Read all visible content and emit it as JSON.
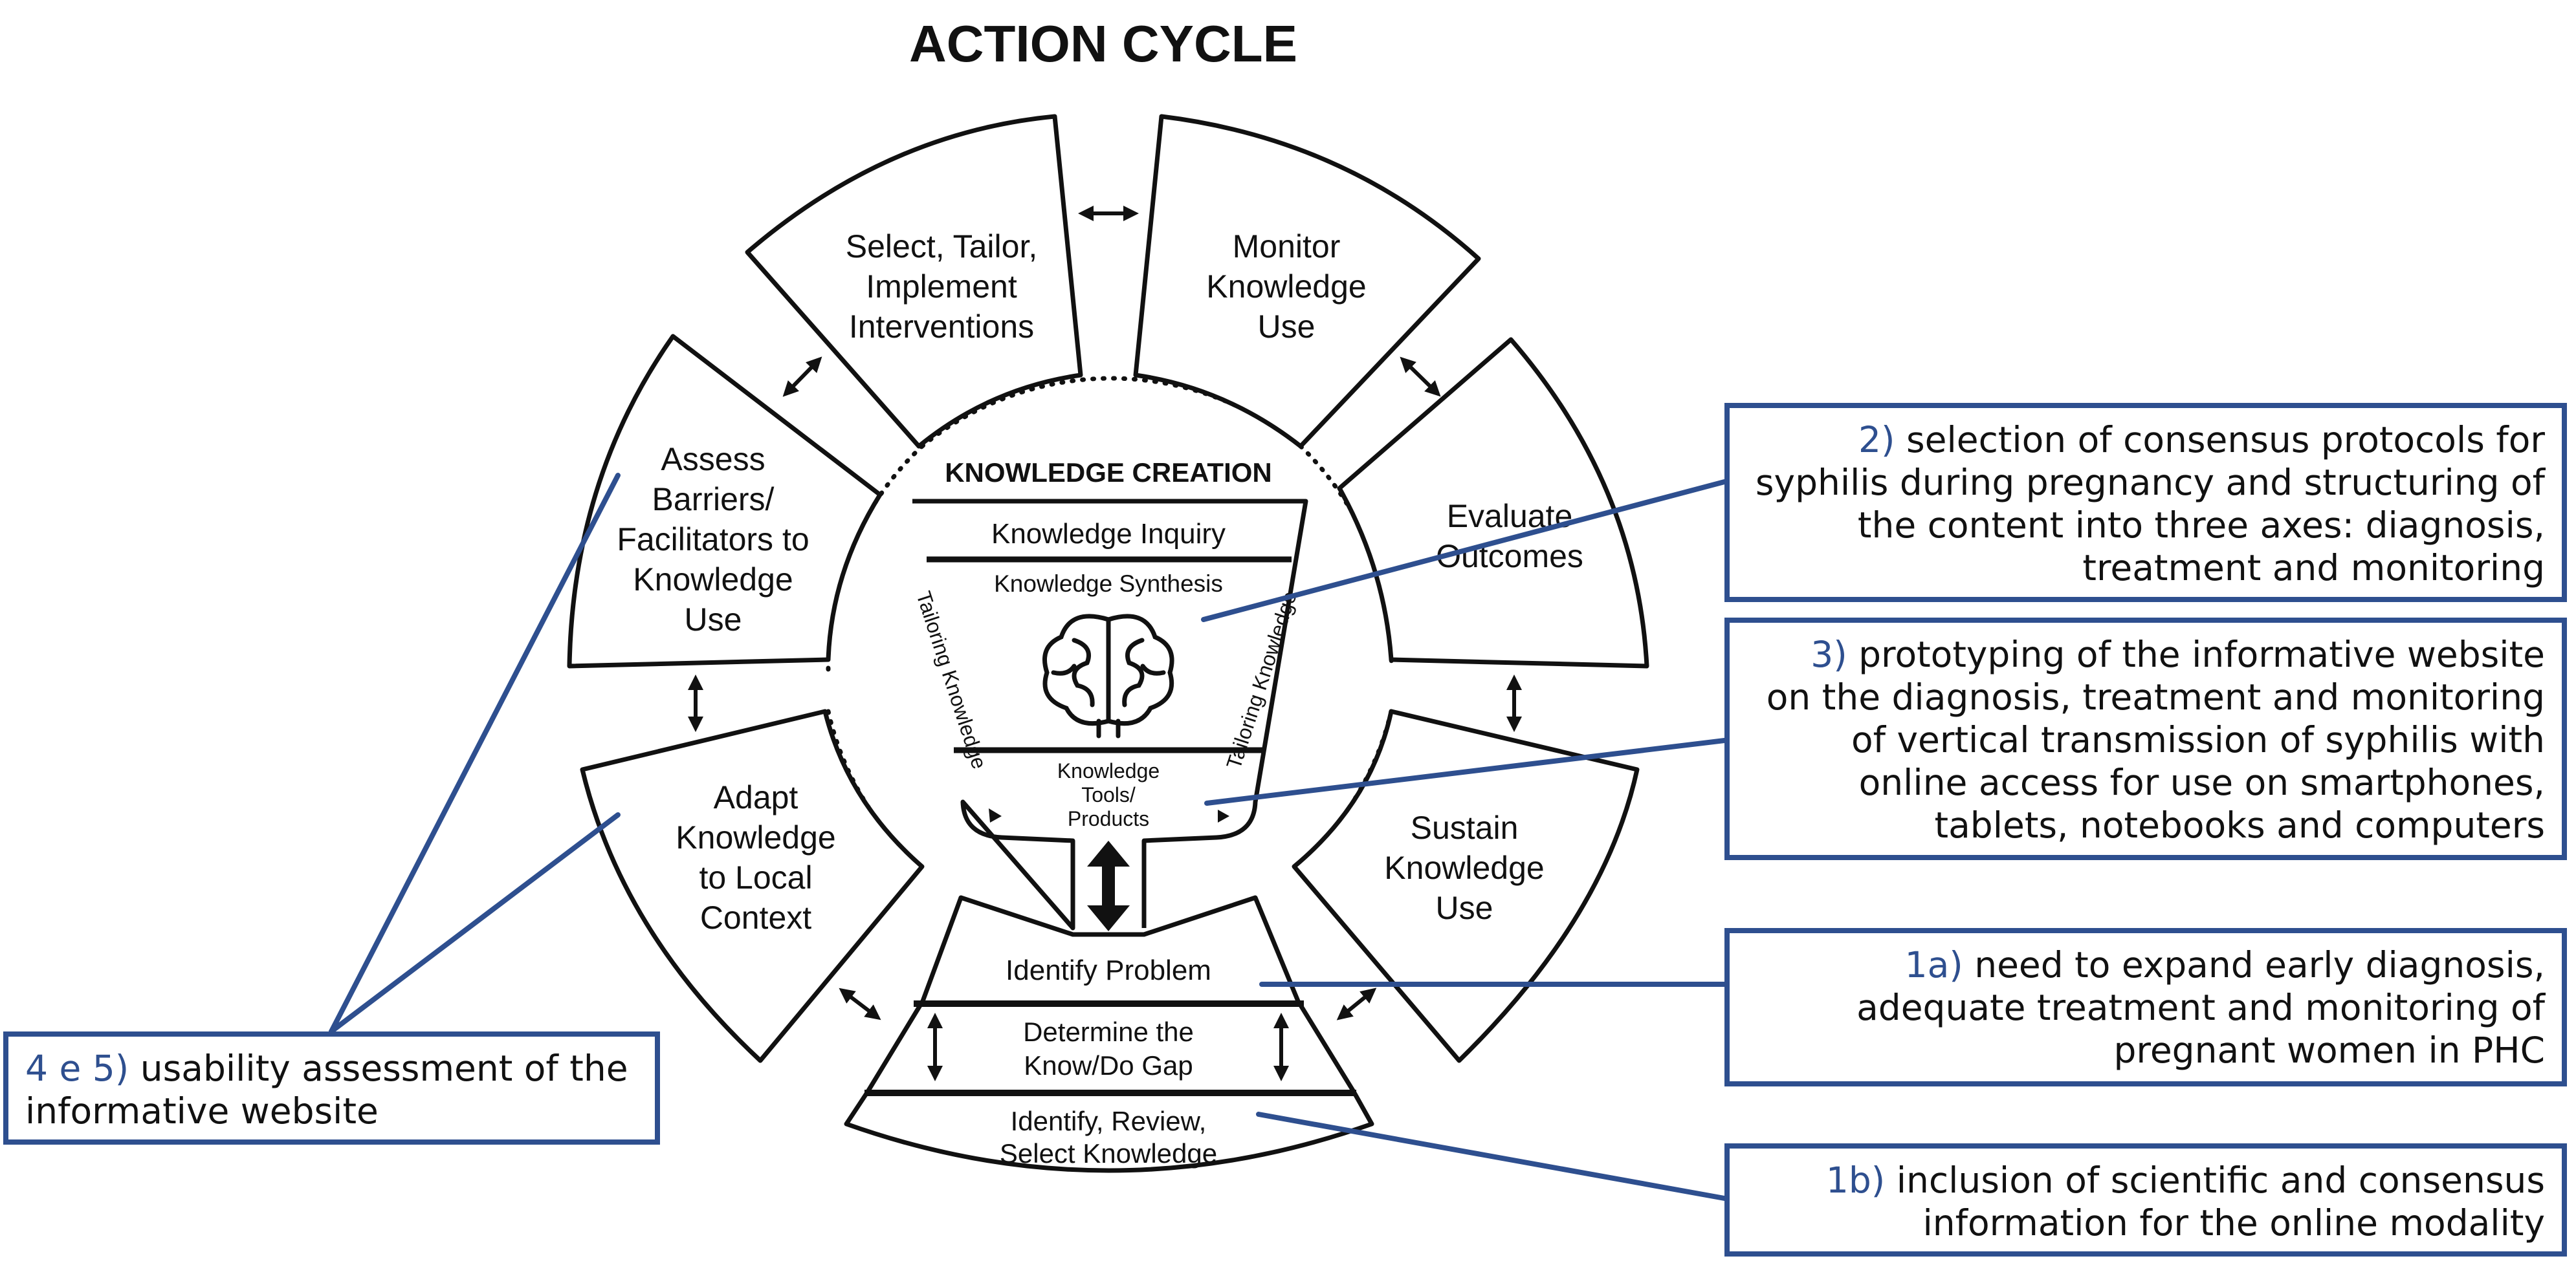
{
  "diagram": {
    "title": "ACTION CYCLE",
    "center_title": "KNOWLEDGE CREATION",
    "segments": {
      "select": [
        "Select, Tailor,",
        "Implement",
        "Interventions"
      ],
      "monitor": [
        "Monitor",
        "Knowledge",
        "Use"
      ],
      "evaluate": [
        "Evaluate",
        "Outcomes"
      ],
      "sustain": [
        "Sustain",
        "Knowledge",
        "Use"
      ],
      "assess": [
        "Assess",
        "Barriers/",
        "Facilitators to",
        "Knowledge",
        "Use"
      ],
      "adapt": [
        "Adapt",
        "Knowledge",
        "to Local",
        "Context"
      ]
    },
    "funnel": {
      "inquiry": "Knowledge Inquiry",
      "synthesis": "Knowledge Synthesis",
      "tools": [
        "Knowledge",
        "Tools/",
        "Products"
      ],
      "tailoring_left": "Tailoring Knowledge",
      "tailoring_right": "Tailoring Knowledge"
    },
    "bottom": {
      "identify_problem": "Identify Problem",
      "gap": [
        "Determine the",
        "Know/Do Gap"
      ],
      "identify_review": [
        "Identify, Review,",
        "Select Knowledge"
      ]
    },
    "icons": [
      "brain-icon",
      "double-arrow-icon"
    ],
    "colors": {
      "line": "#111111",
      "accent": "#2e4f8f"
    }
  },
  "annotations": {
    "a2": {
      "number": "2)",
      "text_lines": [
        "selection of consensus protocols for",
        "syphilis during pregnancy and structuring of",
        "the content into three axes: diagnosis,",
        "treatment and monitoring"
      ]
    },
    "a3": {
      "number": "3)",
      "text_lines": [
        "prototyping of the informative website",
        "on the diagnosis, treatment and monitoring",
        "of vertical transmission of syphilis with",
        "online access for use on smartphones,",
        "tablets, notebooks and computers"
      ]
    },
    "a1a": {
      "number": "1a)",
      "text_lines": [
        "need to expand early diagnosis,",
        "adequate treatment and monitoring of",
        "pregnant women in PHC"
      ]
    },
    "a1b": {
      "number": "1b)",
      "text_lines": [
        "inclusion of scientific and consensus",
        "information for the online modality"
      ]
    },
    "a45": {
      "number": "4 e 5)",
      "text_lines": [
        "usability assessment of the",
        "informative website"
      ]
    }
  }
}
